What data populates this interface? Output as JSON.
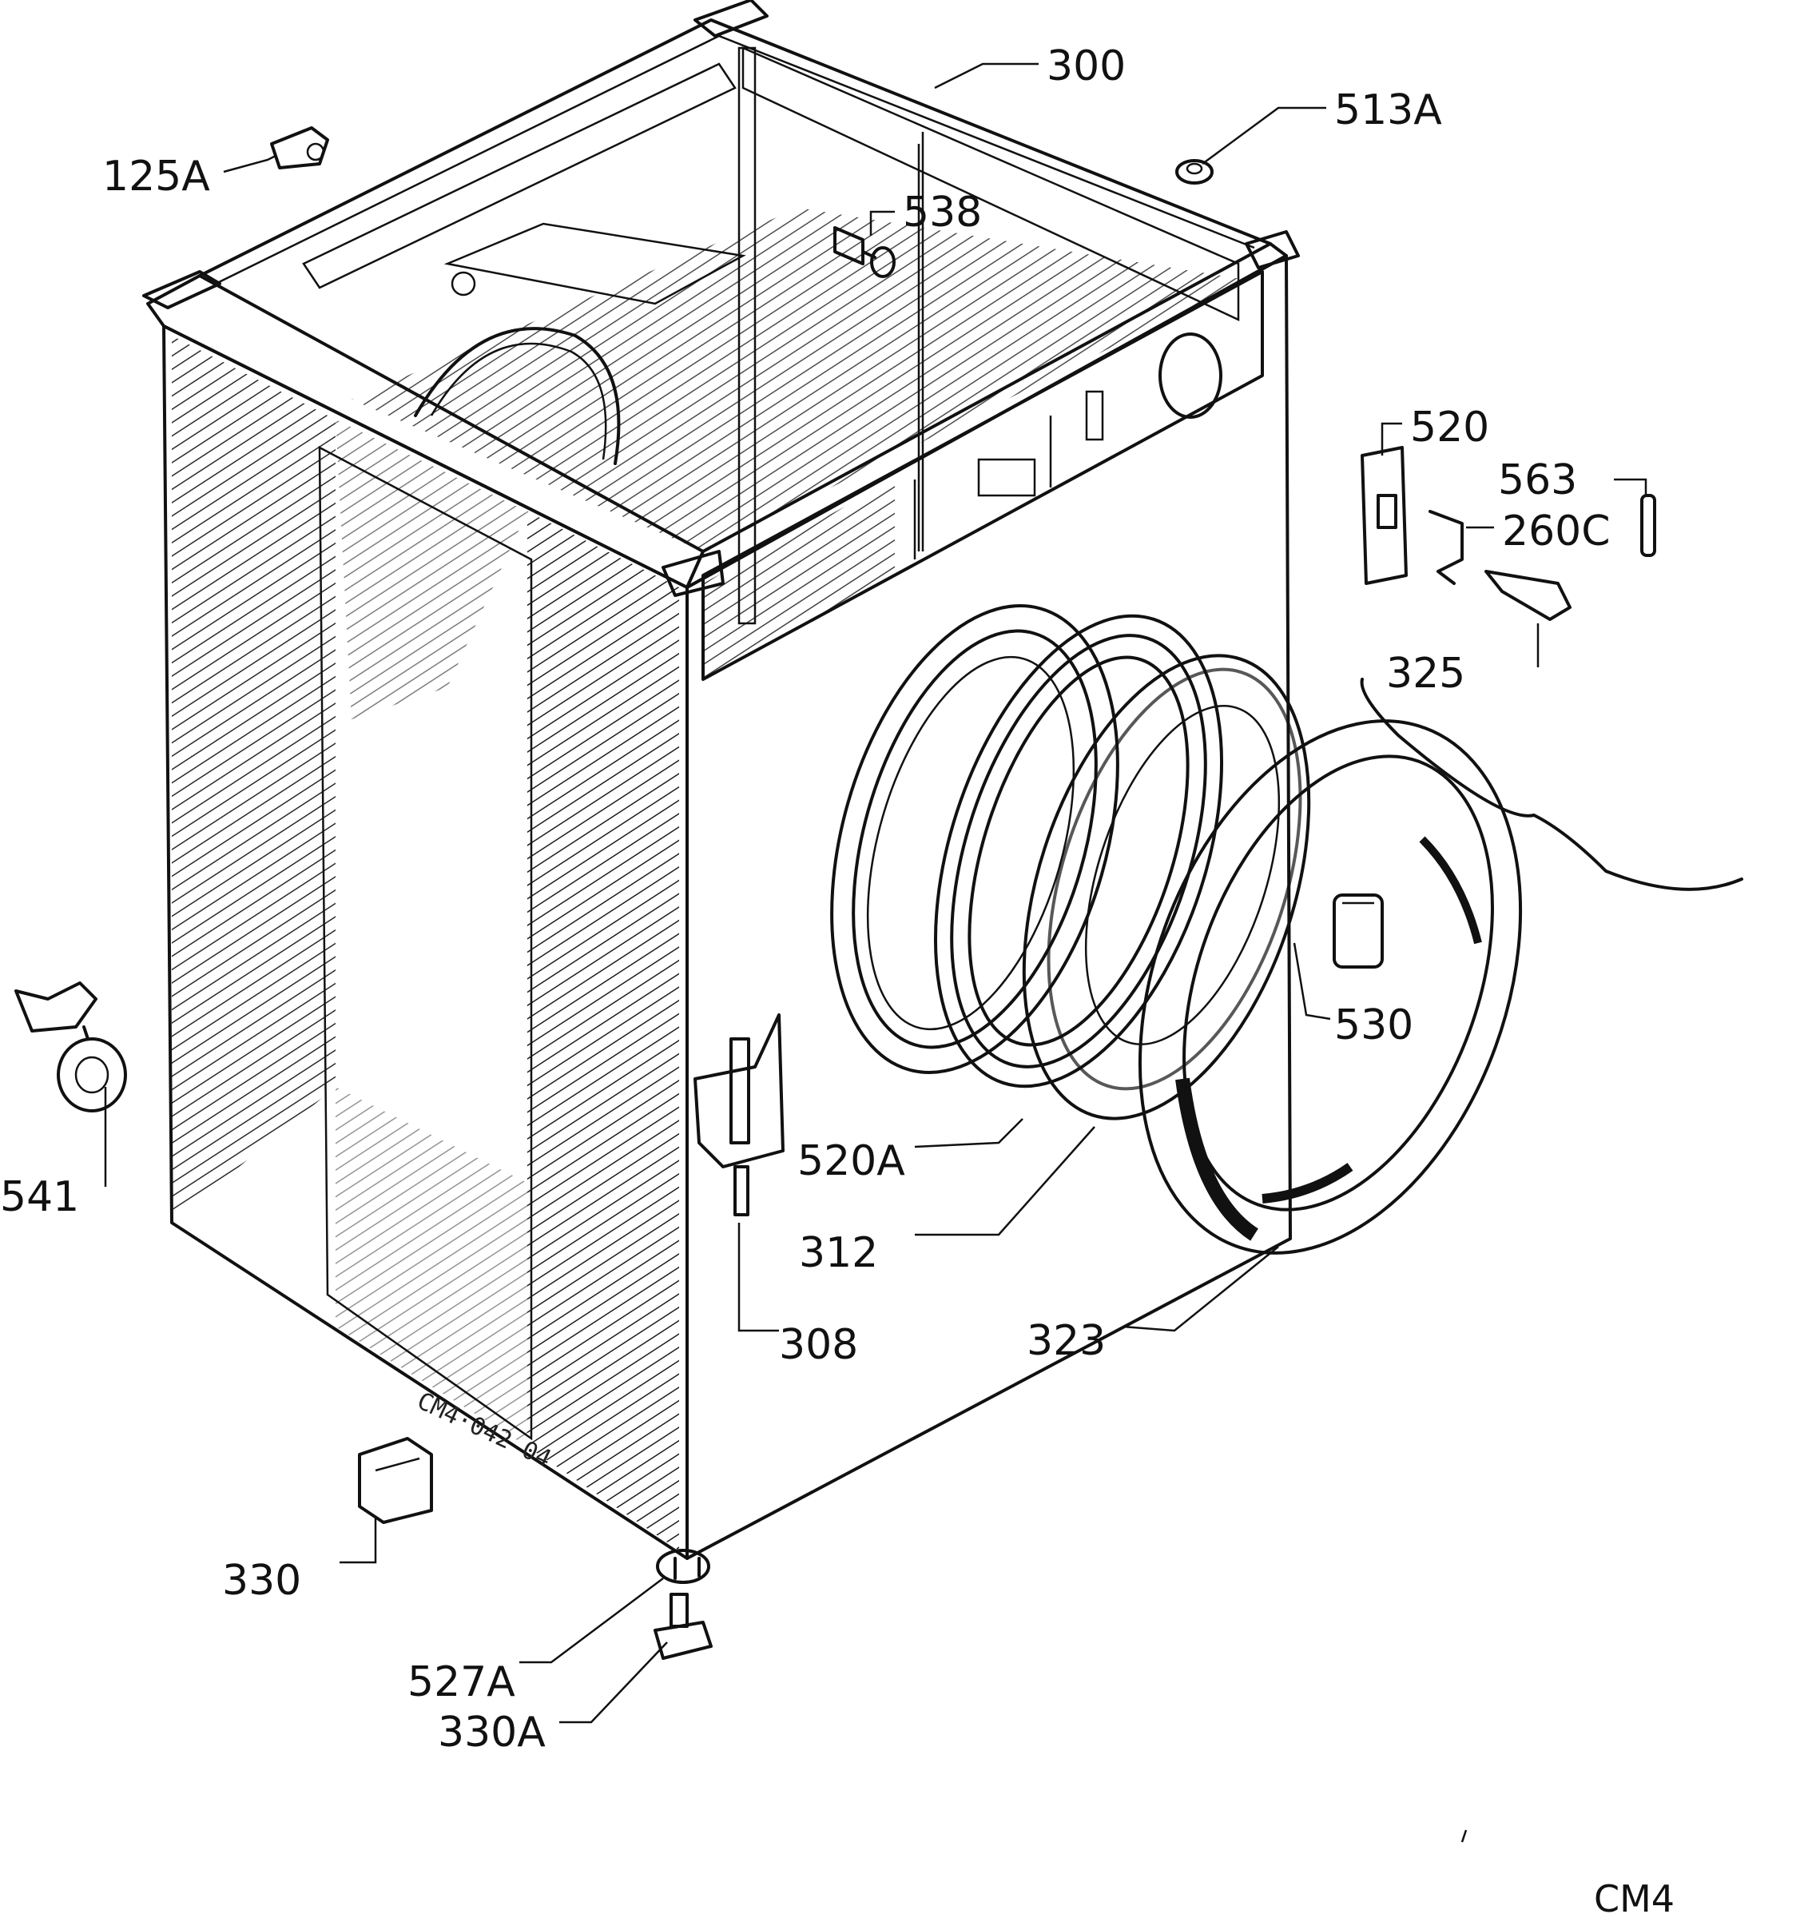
{
  "drawing_code": "CM4·042 04",
  "sheet_code": "CM4",
  "parts": [
    {
      "id": "p300",
      "label": "300"
    },
    {
      "id": "p513a",
      "label": "513A"
    },
    {
      "id": "p125a",
      "label": "125A"
    },
    {
      "id": "p538",
      "label": "538"
    },
    {
      "id": "p520",
      "label": "520"
    },
    {
      "id": "p563",
      "label": "563"
    },
    {
      "id": "p260c",
      "label": "260C"
    },
    {
      "id": "p325",
      "label": "325"
    },
    {
      "id": "p530",
      "label": "530"
    },
    {
      "id": "p541",
      "label": "541"
    },
    {
      "id": "p520a",
      "label": "520A"
    },
    {
      "id": "p312",
      "label": "312"
    },
    {
      "id": "p308",
      "label": "308"
    },
    {
      "id": "p323",
      "label": "323"
    },
    {
      "id": "p330",
      "label": "330"
    },
    {
      "id": "p527a",
      "label": "527A"
    },
    {
      "id": "p330a",
      "label": "330A"
    }
  ]
}
